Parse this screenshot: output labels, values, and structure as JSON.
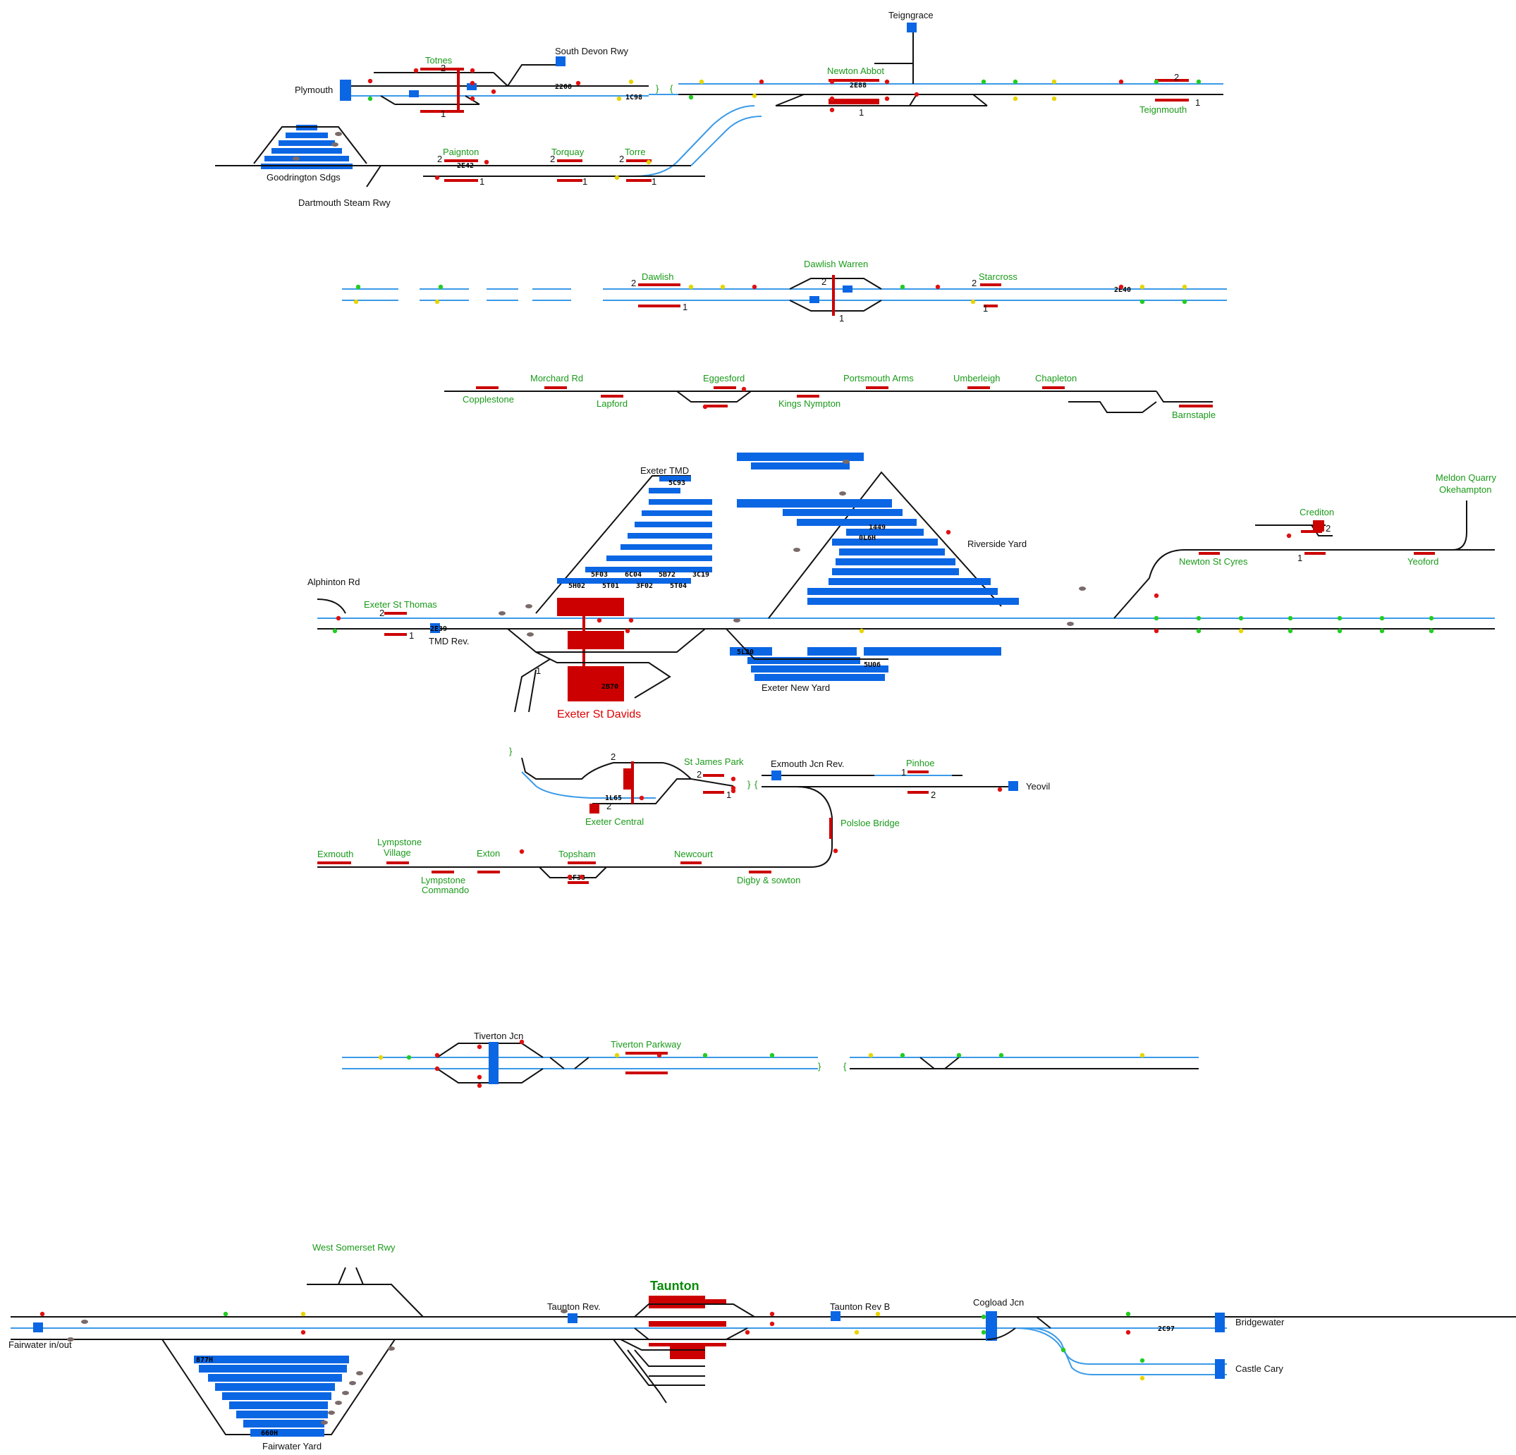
{
  "diagram": {
    "location_labels": {
      "plymouth": "Plymouth",
      "totnes": "Totnes",
      "south_devon_rwy": "South Devon Rwy",
      "teigngrace": "Teigngrace",
      "newton_abbot": "Newton Abbot",
      "teignmouth": "Teignmouth",
      "paignton": "Paignton",
      "torquay": "Torquay",
      "torre": "Torre",
      "goodrington_sdgs": "Goodrington Sdgs",
      "dartmouth_steam_rwy": "Dartmouth Steam Rwy",
      "dawlish": "Dawlish",
      "dawlish_warren": "Dawlish Warren",
      "starcross": "Starcross",
      "morchard_rd": "Morchard Rd",
      "eggesford": "Eggesford",
      "portsmouth_arms": "Portsmouth Arms",
      "umberleigh": "Umberleigh",
      "chapleton": "Chapleton",
      "copplestone": "Copplestone",
      "lapford": "Lapford",
      "kings_nympton": "Kings Nympton",
      "barnstaple": "Barnstaple",
      "exeter_tmd": "Exeter TMD",
      "riverside_yard": "Riverside Yard",
      "meldon_quarry": "Meldon Quarry",
      "okehampton": "Okehampton",
      "crediton": "Crediton",
      "newton_st_cyres": "Newton St Cyres",
      "yeoford": "Yeoford",
      "alphinton_rd": "Alphinton Rd",
      "exeter_st_thomas": "Exeter St Thomas",
      "tmd_rev": "TMD Rev.",
      "exeter_st_davids": "Exeter St Davids",
      "exeter_new_yard": "Exeter New Yard",
      "st_james_park": "St James Park",
      "exmouth_jcn_rev": "Exmouth Jcn Rev.",
      "pinhoe": "Pinhoe",
      "yeovil": "Yeovil",
      "exeter_central": "Exeter Central",
      "polsloe_bridge": "Polsloe Bridge",
      "exmouth": "Exmouth",
      "lympstone_village_1": "Lympstone",
      "lympstone_village_2": "Village",
      "exton": "Exton",
      "topsham": "Topsham",
      "newcourt": "Newcourt",
      "lympstone_commando_1": "Lympstone",
      "lympstone_commando_2": "Commando",
      "digby_sowton": "Digby & sowton",
      "tiverton_jcn": "Tiverton Jcn",
      "tiverton_parkway": "Tiverton Parkway",
      "west_somerset_rwy": "West Somerset Rwy",
      "taunton": "Taunton",
      "taunton_rev": "Taunton Rev.",
      "taunton_rev_b": "Taunton Rev B",
      "cogload_jcn": "Cogload Jcn",
      "bridgewater": "Bridgewater",
      "castle_cary": "Castle Cary",
      "fairwater_in_out": "Fairwater in/out",
      "fairwater_yard": "Fairwater Yard"
    },
    "headcodes": {
      "t2208": "2208",
      "t1c98": "1C98",
      "t2e88": "2E88",
      "t2e42": "2E42",
      "t2e40": "2E40",
      "t5c93": "5C93",
      "t1449": "1449",
      "t0l6h": "0L6H",
      "t5f03": "5F03",
      "t6c04": "6C04",
      "t5b72": "5B72",
      "t3c19": "3C19",
      "t5h02": "5H02",
      "t5t01": "5T01",
      "t3f02": "3F02",
      "t5t04": "5T04",
      "t2e39": "2E39",
      "t5l20": "5L20",
      "t5u06": "5U06",
      "t2b70": "2B70",
      "t1l65": "1L65",
      "t2f38": "2F38",
      "t2c97": "2C97",
      "t877h": "877H",
      "t660h": "660H"
    },
    "platform_numbers": {
      "one": "1",
      "two": "2"
    },
    "colors": {
      "track": "#111111",
      "line_blue": "#3a9ae8",
      "siding_block": "#0b66e4",
      "platform_red": "#cc0000",
      "station_label_green": "#1a9a1a",
      "signal_red": "#e01010",
      "signal_green": "#22cc22",
      "signal_yellow": "#e8d400",
      "headcode_bg": "#ffffff"
    }
  }
}
